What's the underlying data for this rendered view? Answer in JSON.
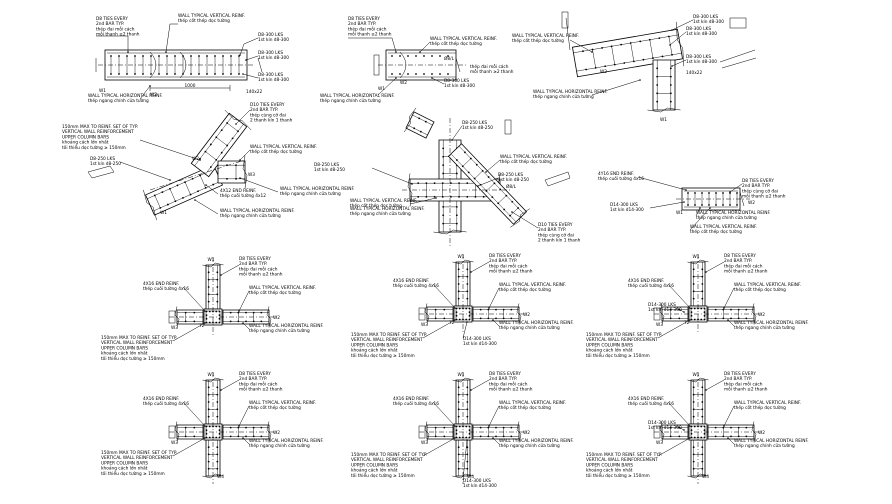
{
  "page": {
    "background": "#ffffff",
    "ink": "#000000"
  },
  "details": [
    {
      "id": "straight-wall",
      "notes": [
        "D8 TIES EVERY",
        "2nd BAR TYP.",
        "thép đai mỗi cách",
        "mỗi thanh ≥2 thanh",
        "WALL TYPICAL VERTICAL REINF.",
        "thép cốt thép dọc tường",
        "D8-300 LKS",
        "1st kín d8-300",
        "D8-300 LKS",
        "1st kín d8-300",
        "D8-300 LKS",
        "1st kín d8-300",
        "WALL TYPICAL HORIZONTAL REINF.",
        "thép ngang chính cửa tường",
        "1000",
        "W1",
        "W2",
        "140x22"
      ]
    },
    {
      "id": "wall-end",
      "notes": [
        "D8 TIES EVERY",
        "2nd BAR TYP.",
        "thép đai mỗi cách",
        "mỗi thanh ≥2 thanh",
        "WALL TYPICAL VERTICAL REINF.",
        "thép cốt thép dọc tường",
        "D8-300 LKS",
        "1st kín d8-300",
        "WALL TYPICAL HORIZONTAL REINF.",
        "thép ngang chính cửa tường",
        "Ø8/L",
        "W1",
        "W2",
        "D8-300 LKS",
        "1st kín d8-300"
      ]
    },
    {
      "id": "angled-corner",
      "notes": [
        "D8-300 LKS",
        "1st kín d8-300",
        "WALL TYPICAL VERTICAL REINF.",
        "thép cốt thép dọc tường",
        "D8-300 LKS",
        "1st kín d8-300",
        "D8-300 LKS",
        "1st kín d8-300",
        "WALL TYPICAL HORIZONTAL REINF.",
        "thép ngang chính cửa tường",
        "W1",
        "W2",
        "140x22"
      ]
    },
    {
      "id": "skew-corner",
      "notes": [
        "150mm MAX TO REINF. SET OF TYP.",
        "VERTICAL WALL REINFORCEMENT",
        "UPPER COLUMN BARS",
        "khoảng cách lớn nhất",
        "tối thiểu dọc tường ≥ 150mm",
        "D8-250 LKS",
        "1st kín d8-250",
        "D10 TIES EVERY",
        "2nd BAR TYP.",
        "thép cùng cỡ đai",
        "2 thanh kín 1 thanh",
        "WALL TYPICAL VERTICAL REINF.",
        "thép cốt thép dọc tường",
        "WALL TYPICAL HORIZONTAL REINF.",
        "thép ngang chính cửa tường",
        "4X12 END REINF.",
        "thép cuối tường 4x12",
        "WALL TYPICAL HORIZONTAL REINF.",
        "thép ngang chính cửa tường",
        "W1",
        "W2",
        "W3"
      ]
    },
    {
      "id": "skew-tee",
      "notes": [
        "D8-250 LKS",
        "1st kín d8-250",
        "WALL TYPICAL VERTICAL REINF.",
        "thép cốt thép dọc tường",
        "D8-250 LKS",
        "1st kín d8-250",
        "WALL TYPICAL VERTICAL REINF.",
        "thép cốt thép dọc tường",
        "WALL TYPICAL HORIZONTAL REINF.",
        "thép ngang chính cửa tường",
        "D10 TIES EVERY",
        "2nd BAR TYP.",
        "thép cùng cỡ đai",
        "2 thanh kín 1 thanh",
        "D8-250 LKS",
        "1st kín d8-250",
        "Ø8/L"
      ]
    },
    {
      "id": "wall-end-right",
      "notes": [
        "4Y16 END REINF.",
        "thép cuối tường 4x16",
        "D8 TIES EVERY",
        "2nd BAR TYP.",
        "thép cùng cỡ đai",
        "mỗi thanh ≥2 thanh",
        "D14-300 LKS",
        "1st kín d14-300",
        "WALL TYPICAL HORIZONTAL REINF.",
        "thép ngang chính cửa tường",
        "WALL TYPICAL VERTICAL REINF.",
        "thép cốt thép dọc tường",
        "W1",
        "W2"
      ]
    },
    {
      "id": "tee-a",
      "notes": [
        "D8 TIES EVERY",
        "2nd BAR TYP.",
        "thép đai mỗi cách",
        "mỗi thanh ≥2 thanh",
        "4X16 END REINF.",
        "thép cuối tường 4x16",
        "WALL TYPICAL VERTICAL REINF.",
        "thép cốt thép dọc tường",
        "WALL TYPICAL HORIZONTAL REINF.",
        "thép ngang chính cửa tường",
        "150mm MAX TO REINF. SET OF TYP.",
        "VERTICAL WALL REINFORCEMENT",
        "UPPER COLUMN BARS",
        "khoảng cách lớn nhất",
        "tối thiểu dọc tường ≥ 150mm",
        "W1",
        "W2",
        "W3",
        "T2"
      ]
    },
    {
      "id": "tee-b",
      "notes": [
        "D8 TIES EVERY",
        "2nd BAR TYP.",
        "thép đai mỗi cách",
        "mỗi thanh ≥2 thanh",
        "4X16 END REINF.",
        "thép cuối tường 4x16",
        "WALL TYPICAL VERTICAL REINF.",
        "thép cốt thép dọc tường",
        "WALL TYPICAL HORIZONTAL REINF.",
        "thép ngang chính cửa tường",
        "D14-300 LKS",
        "1st kín d14-300",
        "150mm MAX TO REINF. SET OF TYP.",
        "VERTICAL WALL REINFORCEMENT",
        "UPPER COLUMN BARS",
        "khoảng cách lớn nhất",
        "tối thiểu dọc tường ≥ 150mm",
        "W1",
        "W2",
        "W3",
        "T2"
      ]
    },
    {
      "id": "tee-c",
      "notes": [
        "D8 TIES EVERY",
        "2nd BAR TYP.",
        "thép đai mỗi cách",
        "mỗi thanh ≥2 thanh",
        "4X16 END REINF.",
        "thép cuối tường 4x16",
        "WALL TYPICAL VERTICAL REINF.",
        "thép cốt thép dọc tường",
        "D14-300 LKS",
        "1st kín d14-300",
        "WALL TYPICAL HORIZONTAL REINF.",
        "thép ngang chính cửa tường",
        "150mm MAX TO REINF. SET OF TYP.",
        "VERTICAL WALL REINFORCEMENT",
        "UPPER COLUMN BARS",
        "khoảng cách lớn nhất",
        "tối thiểu dọc tường ≥ 150mm",
        "W1",
        "W2",
        "W3",
        "T2"
      ]
    },
    {
      "id": "cross-a",
      "notes": [
        "D8 TIES EVERY",
        "2nd BAR TYP.",
        "thép đai mỗi cách",
        "mỗi thanh ≥2 thanh",
        "4X16 END REINF.",
        "thép cuối tường 4x16",
        "WALL TYPICAL VERTICAL REINF.",
        "thép cốt thép dọc tường",
        "WALL TYPICAL HORIZONTAL REINF.",
        "thép ngang chính cửa tường",
        "150mm MAX TO REINF. SET OF TYP.",
        "VERTICAL WALL REINFORCEMENT",
        "UPPER COLUMN BARS",
        "khoảng cách lớn nhất",
        "tối thiểu dọc tường ≥ 150mm",
        "W1",
        "W2",
        "W3",
        "W4"
      ]
    },
    {
      "id": "cross-b",
      "notes": [
        "D8 TIES EVERY",
        "2nd BAR TYP.",
        "thép đai mỗi cách",
        "mỗi thanh ≥2 thanh",
        "4X16 END REINF.",
        "thép cuối tường 4x16",
        "WALL TYPICAL VERTICAL REINF.",
        "thép cốt thép dọc tường",
        "WALL TYPICAL HORIZONTAL REINF.",
        "thép ngang chính cửa tường",
        "D14-300 LKS",
        "1st kín d14-300",
        "150mm MAX TO REINF. SET OF TYP.",
        "VERTICAL WALL REINFORCEMENT",
        "UPPER COLUMN BARS",
        "khoảng cách lớn nhất",
        "tối thiểu dọc tường ≥ 150mm",
        "W1",
        "W2",
        "W3",
        "W4"
      ]
    },
    {
      "id": "cross-c",
      "notes": [
        "D8 TIES EVERY",
        "2nd BAR TYP.",
        "thép đai mỗi cách",
        "mỗi thanh ≥2 thanh",
        "4X16 END REINF.",
        "thép cuối tường 4x16",
        "WALL TYPICAL VERTICAL REINF.",
        "thép cốt thép dọc tường",
        "D14-300 LKS",
        "1st kín d14-300",
        "WALL TYPICAL HORIZONTAL REINF.",
        "thép ngang chính cửa tường",
        "150mm MAX TO REINF. SET OF TYP.",
        "VERTICAL WALL REINFORCEMENT",
        "UPPER COLUMN BARS",
        "khoảng cách lớn nhất",
        "tối thiểu dọc tường ≥ 150mm",
        "W1",
        "W2",
        "W3",
        "W4"
      ]
    }
  ]
}
